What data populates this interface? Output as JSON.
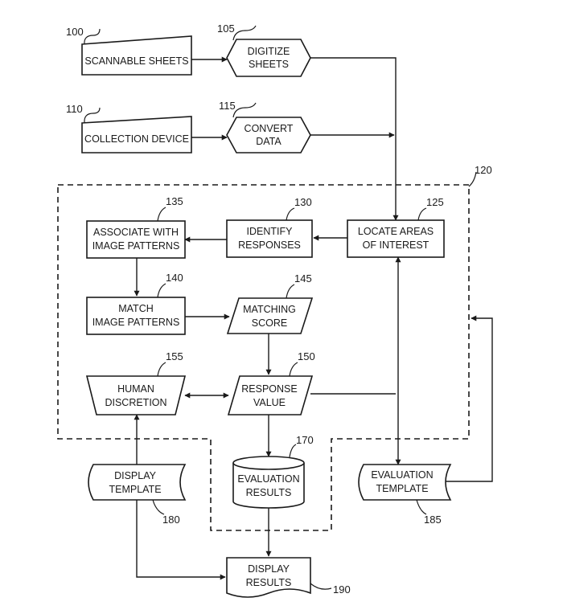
{
  "nodes": {
    "scannable_sheets": {
      "lines": [
        "SCANNABLE SHEETS"
      ],
      "ref": "100"
    },
    "digitize_sheets": {
      "lines": [
        "DIGITIZE",
        "SHEETS"
      ],
      "ref": "105"
    },
    "collection_device": {
      "lines": [
        "COLLECTION DEVICE"
      ],
      "ref": "110"
    },
    "convert_data": {
      "lines": [
        "CONVERT",
        "DATA"
      ],
      "ref": "115"
    },
    "locate_areas": {
      "lines": [
        "LOCATE AREAS",
        "OF INTEREST"
      ],
      "ref": "125"
    },
    "identify_responses": {
      "lines": [
        "IDENTIFY",
        "RESPONSES"
      ],
      "ref": "130"
    },
    "associate_patterns": {
      "lines": [
        "ASSOCIATE WITH",
        "IMAGE PATTERNS"
      ],
      "ref": "135"
    },
    "match_patterns": {
      "lines": [
        "MATCH",
        "IMAGE PATTERNS"
      ],
      "ref": "140"
    },
    "matching_score": {
      "lines": [
        "MATCHING",
        "SCORE"
      ],
      "ref": "145"
    },
    "response_value": {
      "lines": [
        "RESPONSE",
        "VALUE"
      ],
      "ref": "150"
    },
    "human_discretion": {
      "lines": [
        "HUMAN",
        "DISCRETION"
      ],
      "ref": "155"
    },
    "evaluation_results": {
      "lines": [
        "EVALUATION",
        "RESULTS"
      ],
      "ref": "170"
    },
    "display_template": {
      "lines": [
        "DISPLAY",
        "TEMPLATE"
      ],
      "ref": "180"
    },
    "evaluation_template": {
      "lines": [
        "EVALUATION",
        "TEMPLATE"
      ],
      "ref": "185"
    },
    "display_results": {
      "lines": [
        "DISPLAY",
        "RESULTS"
      ],
      "ref": "190"
    }
  },
  "processing_group": {
    "ref": "120"
  }
}
